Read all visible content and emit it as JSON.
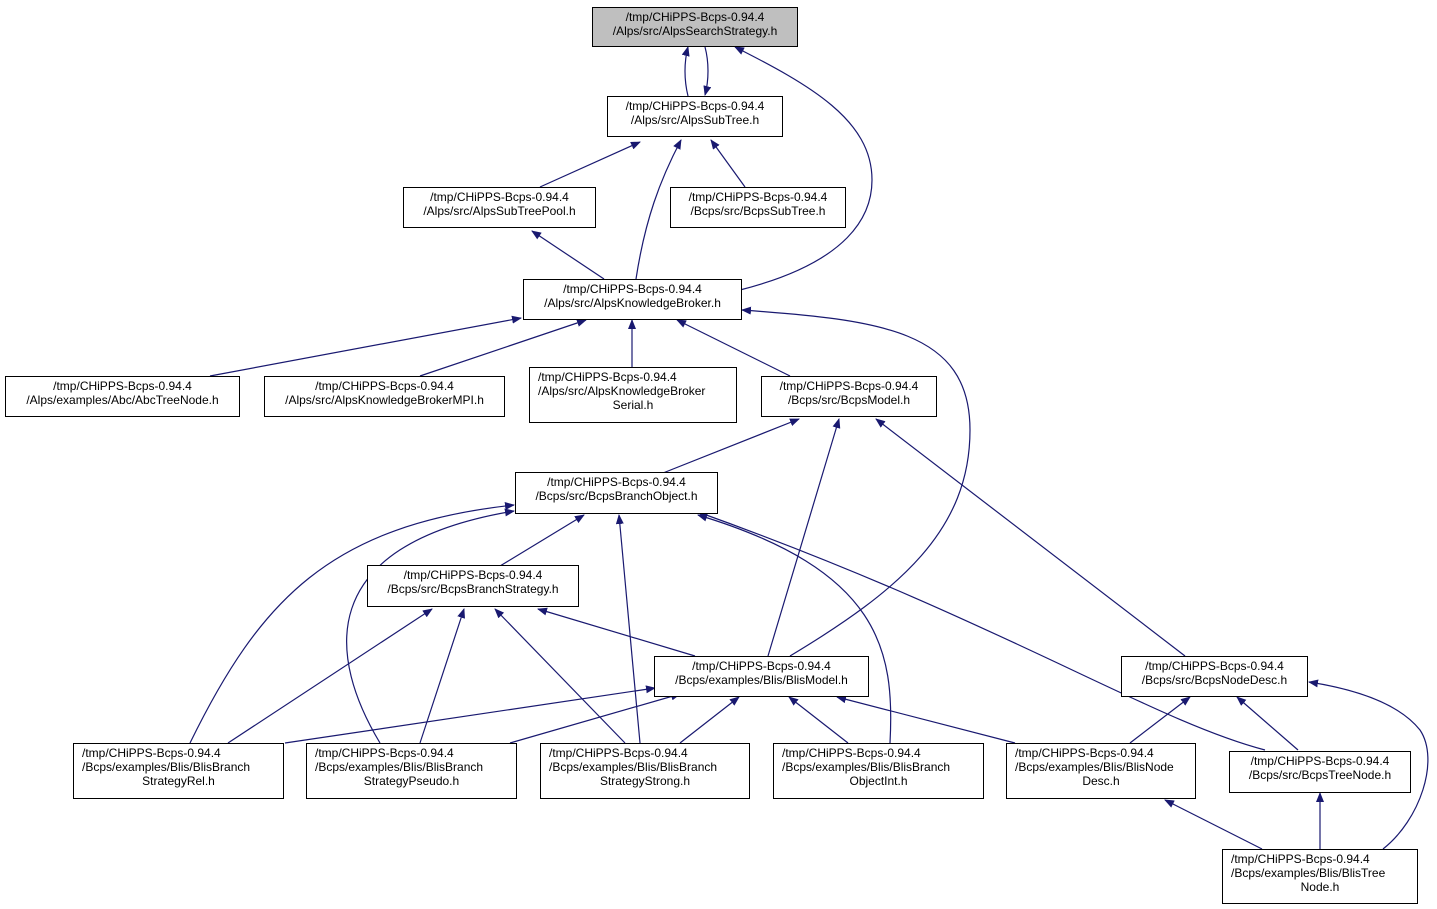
{
  "colors": {
    "edge": "#191970",
    "root_fill": "#bfbfbf",
    "node_fill": "#ffffff",
    "border": "#000000"
  },
  "nodes": {
    "search_strategy": {
      "line1": "/tmp/CHiPPS-Bcps-0.94.4",
      "line2": "/Alps/src/AlpsSearchStrategy.h"
    },
    "alps_subtree": {
      "line1": "/tmp/CHiPPS-Bcps-0.94.4",
      "line2": "/Alps/src/AlpsSubTree.h"
    },
    "alps_subtree_pool": {
      "line1": "/tmp/CHiPPS-Bcps-0.94.4",
      "line2": "/Alps/src/AlpsSubTreePool.h"
    },
    "bcps_subtree": {
      "line1": "/tmp/CHiPPS-Bcps-0.94.4",
      "line2": "/Bcps/src/BcpsSubTree.h"
    },
    "knowledge_broker": {
      "line1": "/tmp/CHiPPS-Bcps-0.94.4",
      "line2": "/Alps/src/AlpsKnowledgeBroker.h"
    },
    "abc_tree_node": {
      "line1": "/tmp/CHiPPS-Bcps-0.94.4",
      "line2": "/Alps/examples/Abc/AbcTreeNode.h"
    },
    "knowledge_broker_mpi": {
      "line1": "/tmp/CHiPPS-Bcps-0.94.4",
      "line2": "/Alps/src/AlpsKnowledgeBrokerMPI.h"
    },
    "knowledge_broker_serial": {
      "line1": "/tmp/CHiPPS-Bcps-0.94.4",
      "line2": "/Alps/src/AlpsKnowledgeBroker",
      "line3": "Serial.h"
    },
    "bcps_model": {
      "line1": "/tmp/CHiPPS-Bcps-0.94.4",
      "line2": "/Bcps/src/BcpsModel.h"
    },
    "branch_object": {
      "line1": "/tmp/CHiPPS-Bcps-0.94.4",
      "line2": "/Bcps/src/BcpsBranchObject.h"
    },
    "branch_strategy": {
      "line1": "/tmp/CHiPPS-Bcps-0.94.4",
      "line2": "/Bcps/src/BcpsBranchStrategy.h"
    },
    "blis_model": {
      "line1": "/tmp/CHiPPS-Bcps-0.94.4",
      "line2": "/Bcps/examples/Blis/BlisModel.h"
    },
    "bcps_node_desc": {
      "line1": "/tmp/CHiPPS-Bcps-0.94.4",
      "line2": "/Bcps/src/BcpsNodeDesc.h"
    },
    "strategy_rel": {
      "line1": "/tmp/CHiPPS-Bcps-0.94.4",
      "line2": "/Bcps/examples/Blis/BlisBranch",
      "line3": "StrategyRel.h"
    },
    "strategy_pseudo": {
      "line1": "/tmp/CHiPPS-Bcps-0.94.4",
      "line2": "/Bcps/examples/Blis/BlisBranch",
      "line3": "StrategyPseudo.h"
    },
    "strategy_strong": {
      "line1": "/tmp/CHiPPS-Bcps-0.94.4",
      "line2": "/Bcps/examples/Blis/BlisBranch",
      "line3": "StrategyStrong.h"
    },
    "object_int": {
      "line1": "/tmp/CHiPPS-Bcps-0.94.4",
      "line2": "/Bcps/examples/Blis/BlisBranch",
      "line3": "ObjectInt.h"
    },
    "blis_node_desc": {
      "line1": "/tmp/CHiPPS-Bcps-0.94.4",
      "line2": "/Bcps/examples/Blis/BlisNode",
      "line3": "Desc.h"
    },
    "bcps_tree_node": {
      "line1": "/tmp/CHiPPS-Bcps-0.94.4",
      "line2": "/Bcps/src/BcpsTreeNode.h"
    },
    "blis_tree_node": {
      "line1": "/tmp/CHiPPS-Bcps-0.94.4",
      "line2": "/Bcps/examples/Blis/BlisTree",
      "line3": "Node.h"
    }
  }
}
